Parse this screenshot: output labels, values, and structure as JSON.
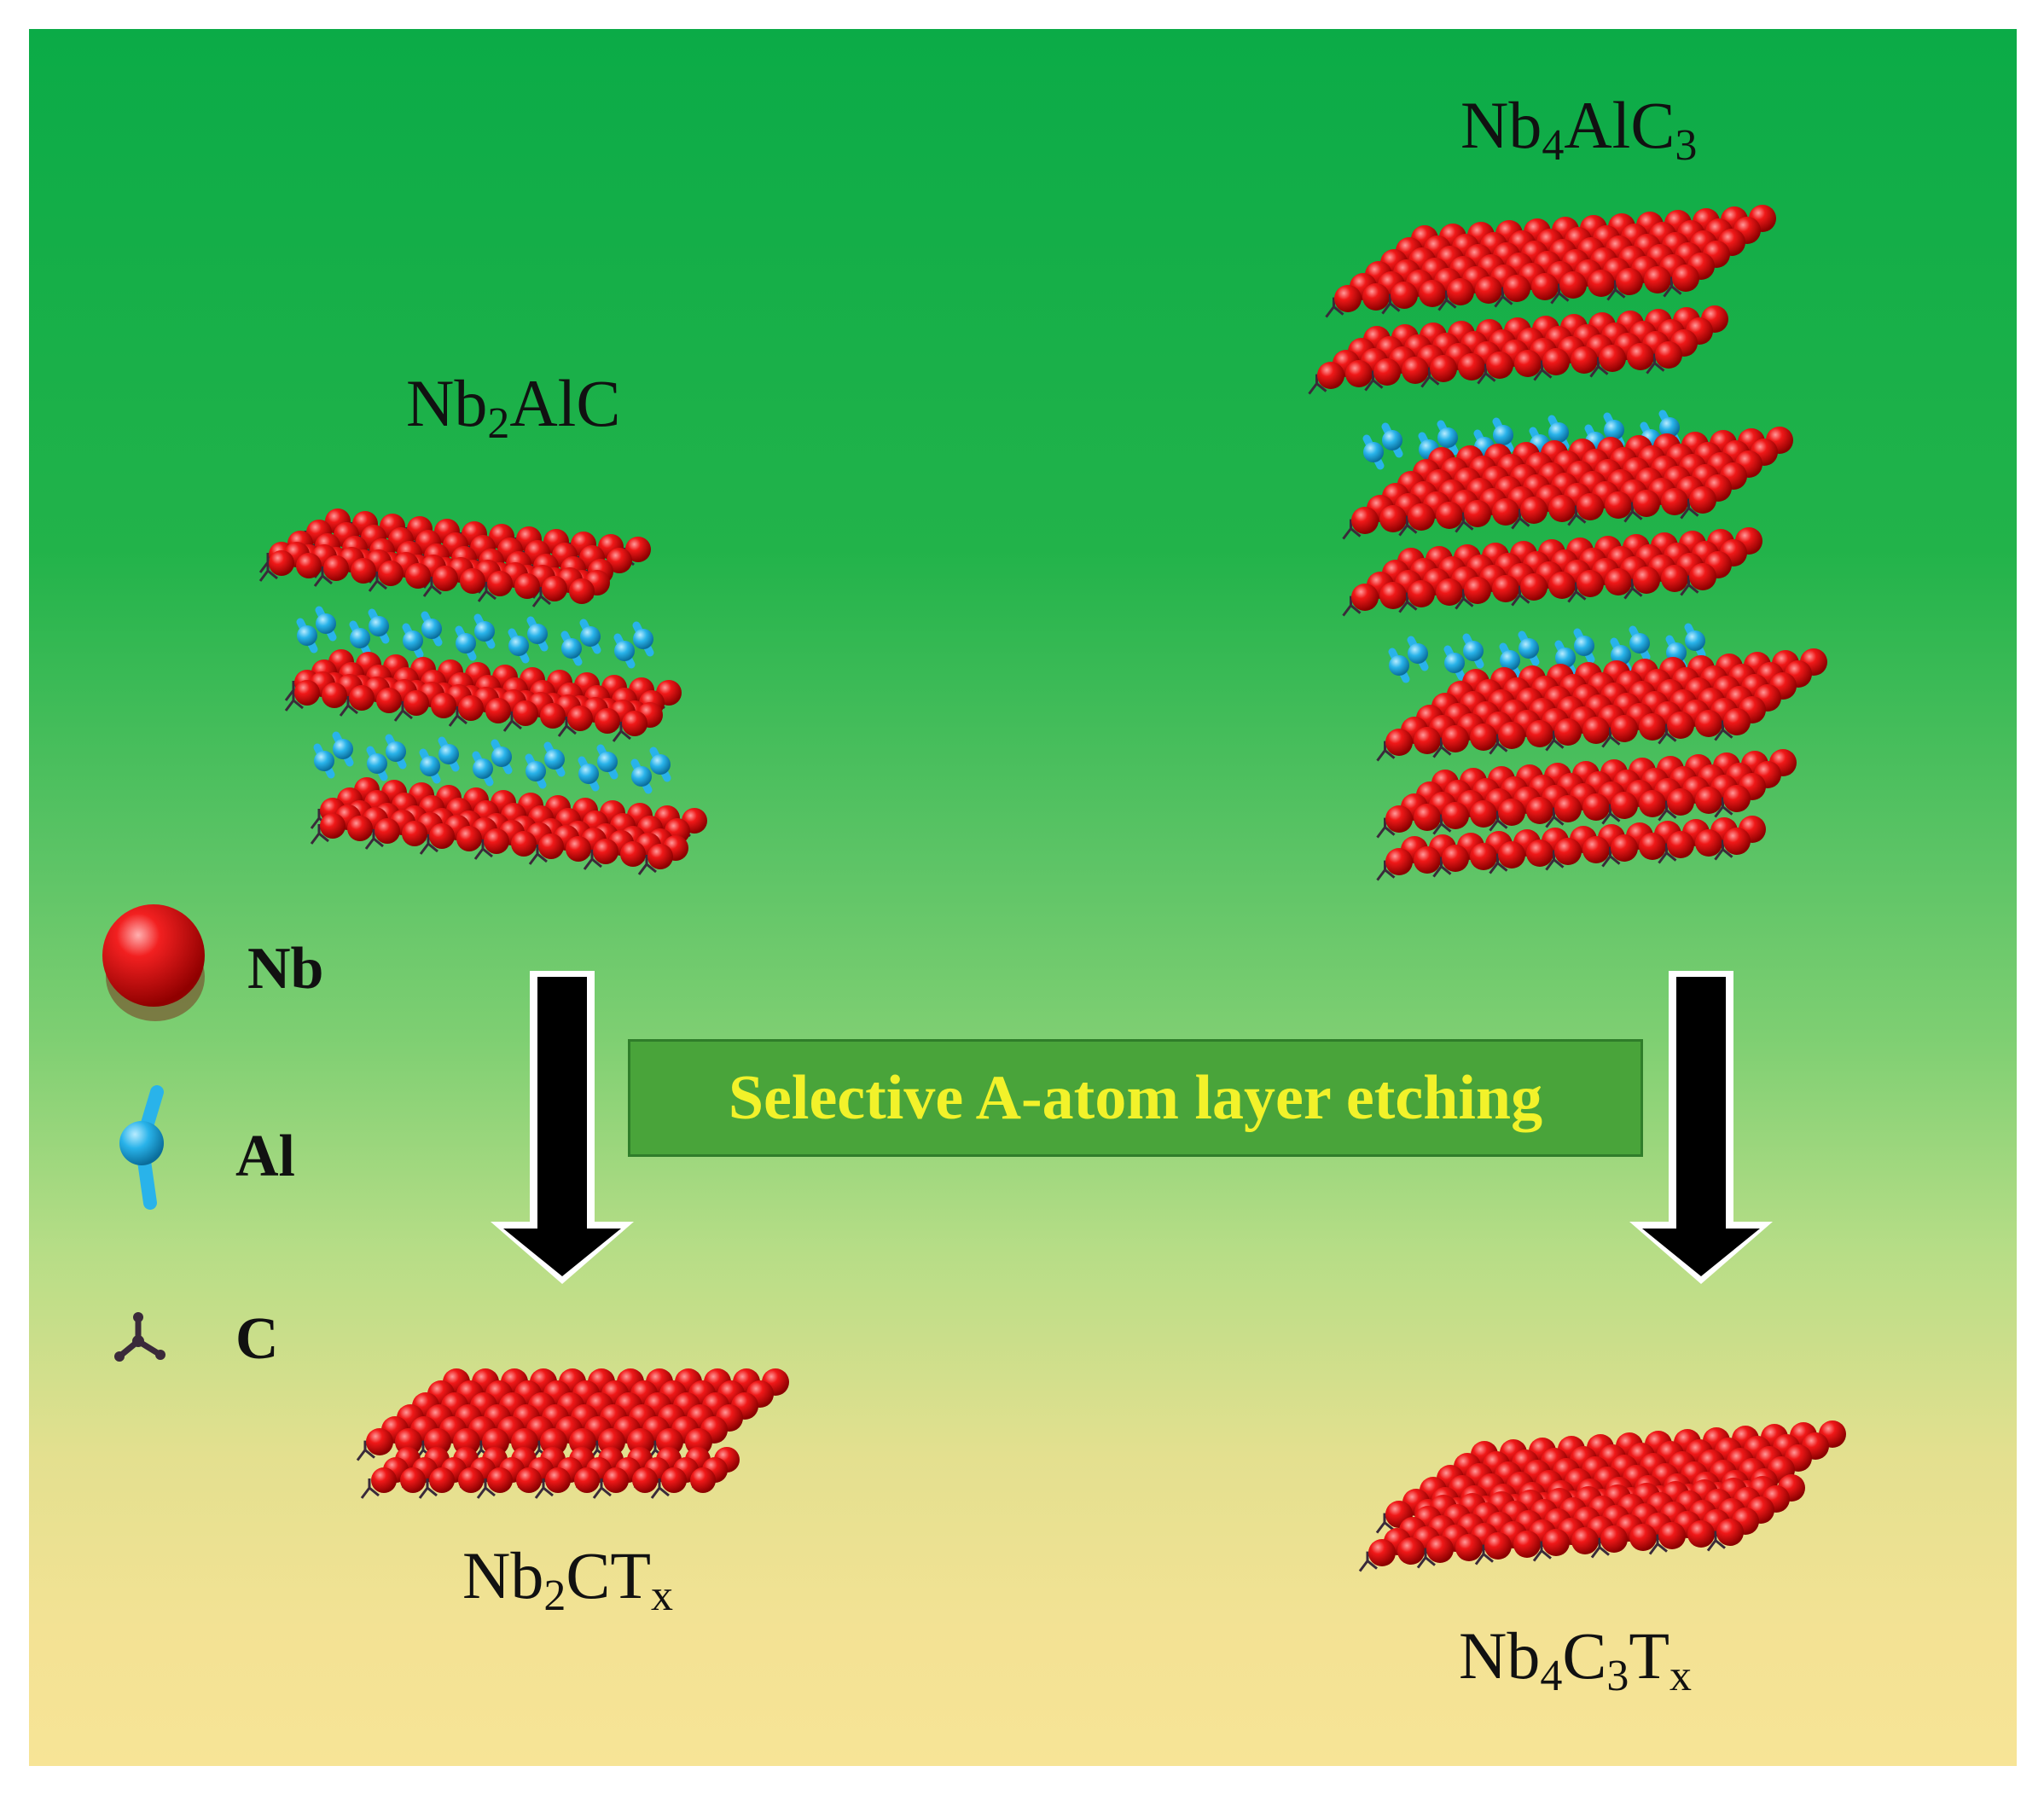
{
  "labels": {
    "nb2alc": {
      "p1": "Nb",
      "s1": "2",
      "p2": "AlC"
    },
    "nb4alc3": {
      "p1": "Nb",
      "s1": "4",
      "p2": "AlC",
      "s2": "3"
    },
    "nb2ctx": {
      "p1": "Nb",
      "s1": "2",
      "p2": "CT",
      "s2": "x"
    },
    "nb4c3tx": {
      "p1": "Nb",
      "s1": "4",
      "p2": "C",
      "s2": "3",
      "p3": "T",
      "s3": "x"
    }
  },
  "process_label": "Selective A-atom layer etching",
  "legend": [
    {
      "symbol": "sphere-icon",
      "label": "Nb"
    },
    {
      "symbol": "dumbbell-icon",
      "label": "Al"
    },
    {
      "symbol": "tripod-icon",
      "label": "C"
    }
  ],
  "colors": {
    "nb": "#e01010",
    "al": "#2ab4ea",
    "c": "#3a2a3a",
    "arrow": "#000000",
    "etch_box": "#49a43a",
    "etch_text": "#f2f22a"
  }
}
